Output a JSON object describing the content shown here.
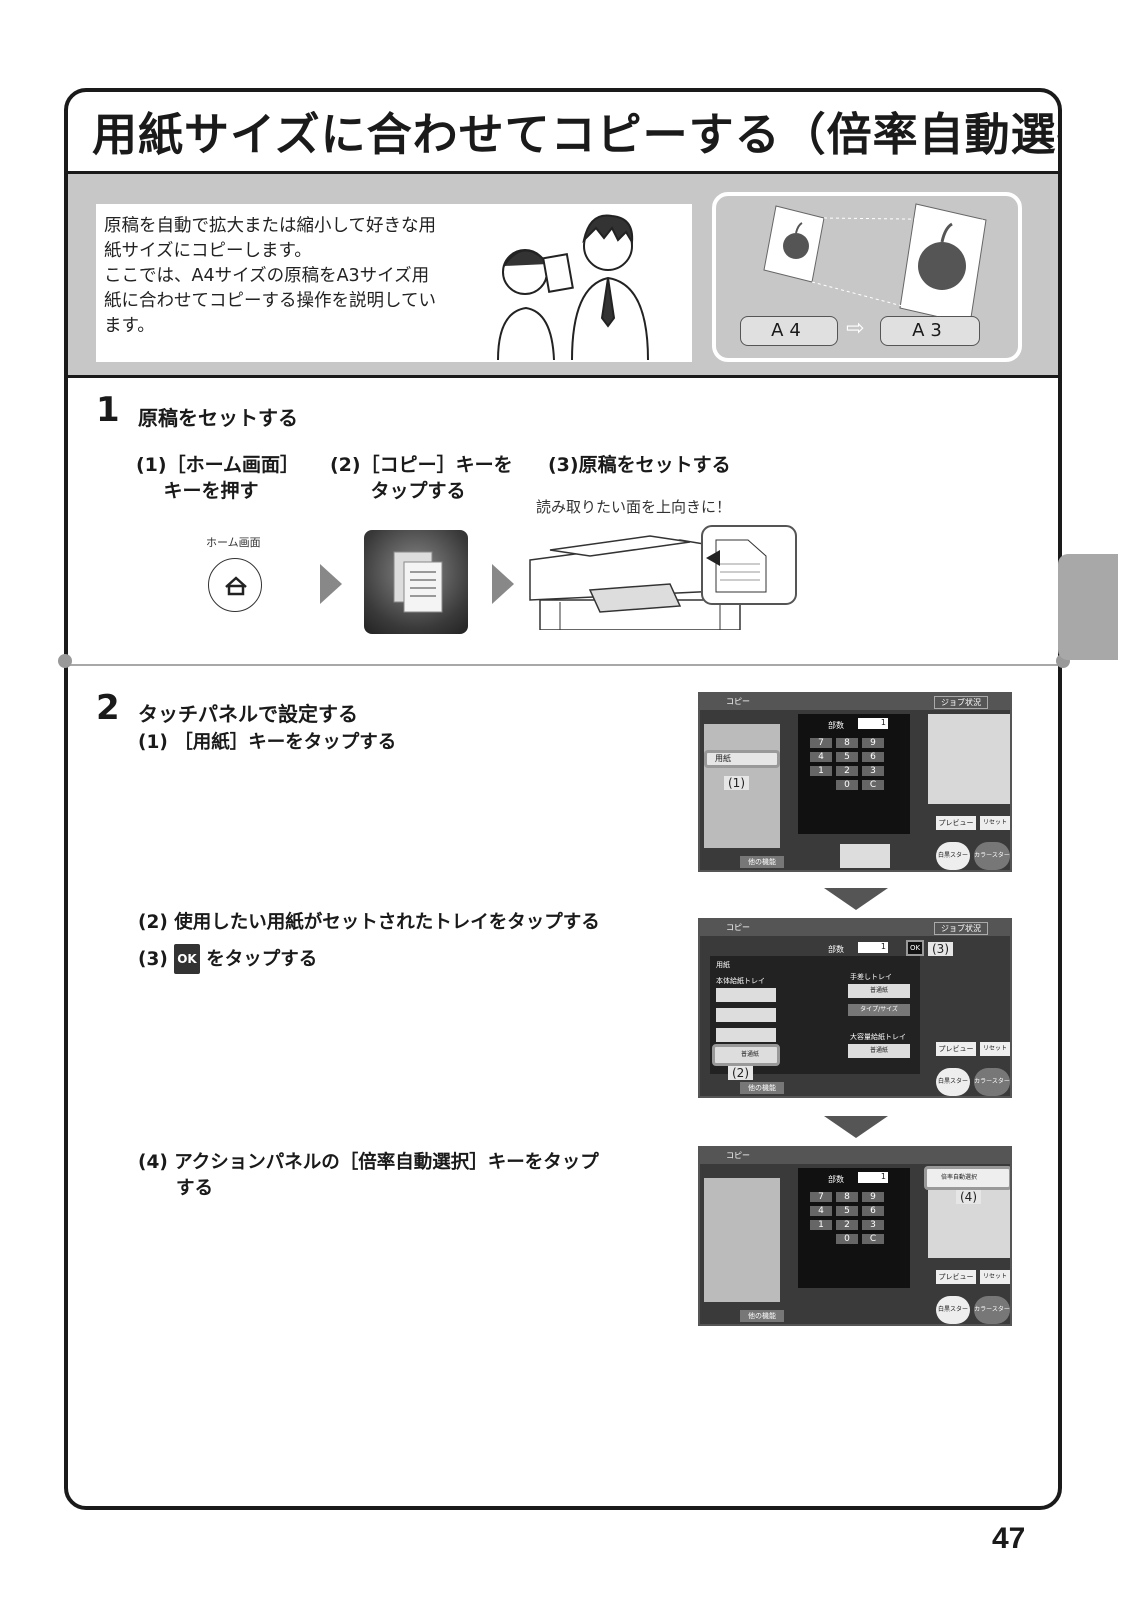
{
  "page": {
    "title": "用紙サイズに合わせてコピーする（倍率自動選択）",
    "page_number": "47"
  },
  "intro": {
    "lines": [
      "原稿を自動で拡大または縮小して好きな用",
      "紙サイズにコピーします。",
      "ここでは、A4サイズの原稿をA3サイズ用",
      "紙に合わせてコピーする操作を説明してい",
      "ます。"
    ],
    "from_size": "A4",
    "to_size": "A3"
  },
  "step1": {
    "number": "1",
    "title": "原稿をセットする",
    "sub1_line1": "(1)［ホーム画面］",
    "sub1_line2": "キーを押す",
    "sub2_line1": "(2)［コピー］キーを",
    "sub2_line2": "タップする",
    "sub3_line1": "(3)原稿をセットする",
    "note": "読み取りたい面を上向きに！",
    "home_label": "ホーム画面"
  },
  "step2": {
    "number": "2",
    "title": "タッチパネルで設定する",
    "instr1": "(1) ［用紙］キーをタップする",
    "instr2": "(2) 使用したい用紙がセットされたトレイをタップする",
    "instr3_prefix": "(3) ",
    "instr3_badge": "OK",
    "instr3_suffix": "をタップする",
    "instr4_line1": "(4) アクションパネルの［倍率自動選択］キーをタップ",
    "instr4_line2": "する",
    "callout1": "(1)",
    "callout2": "(2)",
    "callout3": "(3)",
    "callout4": "(4)"
  },
  "screen": {
    "app": "コピー",
    "job": "ジョブ状況",
    "copies_label": "部数",
    "copies_value": "1",
    "keys": [
      "7",
      "8",
      "9",
      "4",
      "5",
      "6",
      "1",
      "2",
      "3",
      "0",
      "C"
    ],
    "preview": "プレビュー",
    "reset": "リセット",
    "bw_start": "白黒スタート",
    "color_start": "カラースタート",
    "other": "他の機能",
    "paper": "用紙",
    "main_tray": "本体給紙トレイ",
    "bypass": "手差しトレイ",
    "type_size": "タイプ/サイズ",
    "lcc": "大容量給紙トレイ",
    "plain": "普通紙",
    "auto_ratio": "倍率自動選択"
  },
  "colors": {
    "border": "#1a1a1a",
    "intro_bg": "#c7c7c7",
    "screen_bg": "#3a3a3a",
    "tab": "#a8a8a8"
  }
}
